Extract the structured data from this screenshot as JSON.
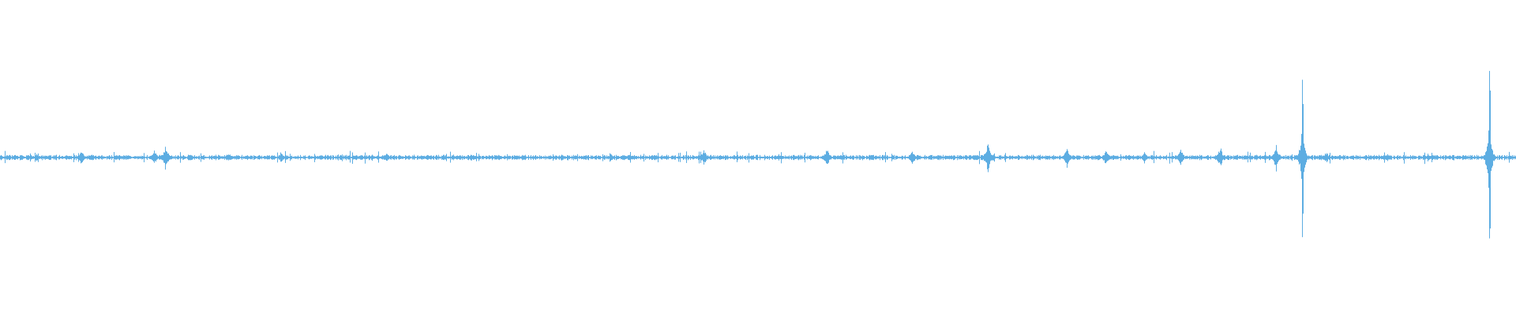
{
  "chart_data": {
    "type": "waveform",
    "title": "",
    "xlabel": "",
    "ylabel": "",
    "xlim": [
      0,
      1
    ],
    "ylim": [
      -1,
      1
    ],
    "grid": false,
    "legend": "none",
    "color": "#5dade2",
    "background": "#ffffff",
    "baseline_noise": 0.012,
    "events": [
      {
        "t": 0.0536,
        "amp": 0.05
      },
      {
        "t": 0.1016,
        "amp": 0.05
      },
      {
        "t": 0.1089,
        "amp": 0.085
      },
      {
        "t": 0.1255,
        "amp": 0.03
      },
      {
        "t": 0.1516,
        "amp": 0.025
      },
      {
        "t": 0.1854,
        "amp": 0.03
      },
      {
        "t": 0.2453,
        "amp": 0.02
      },
      {
        "t": 0.2547,
        "amp": 0.03
      },
      {
        "t": 0.2922,
        "amp": 0.02
      },
      {
        "t": 0.3104,
        "amp": 0.03
      },
      {
        "t": 0.3286,
        "amp": 0.012
      },
      {
        "t": 0.3448,
        "amp": 0.01
      },
      {
        "t": 0.3797,
        "amp": 0.01
      },
      {
        "t": 0.4031,
        "amp": 0.02
      },
      {
        "t": 0.426,
        "amp": 0.01
      },
      {
        "t": 0.4641,
        "amp": 0.055
      },
      {
        "t": 0.5135,
        "amp": 0.02
      },
      {
        "t": 0.5453,
        "amp": 0.06
      },
      {
        "t": 0.6016,
        "amp": 0.05
      },
      {
        "t": 0.6245,
        "amp": 0.015
      },
      {
        "t": 0.6516,
        "amp": 0.115
      },
      {
        "t": 0.7036,
        "amp": 0.075
      },
      {
        "t": 0.7292,
        "amp": 0.05
      },
      {
        "t": 0.7547,
        "amp": 0.035
      },
      {
        "t": 0.7786,
        "amp": 0.06
      },
      {
        "t": 0.8047,
        "amp": 0.075
      },
      {
        "t": 0.8286,
        "amp": 0.02
      },
      {
        "t": 0.8417,
        "amp": 0.095
      },
      {
        "t": 0.8589,
        "amp": 0.545
      },
      {
        "t": 0.875,
        "amp": 0.03
      },
      {
        "t": 0.9151,
        "amp": 0.03
      },
      {
        "t": 0.9823,
        "amp": 0.68
      }
    ]
  }
}
